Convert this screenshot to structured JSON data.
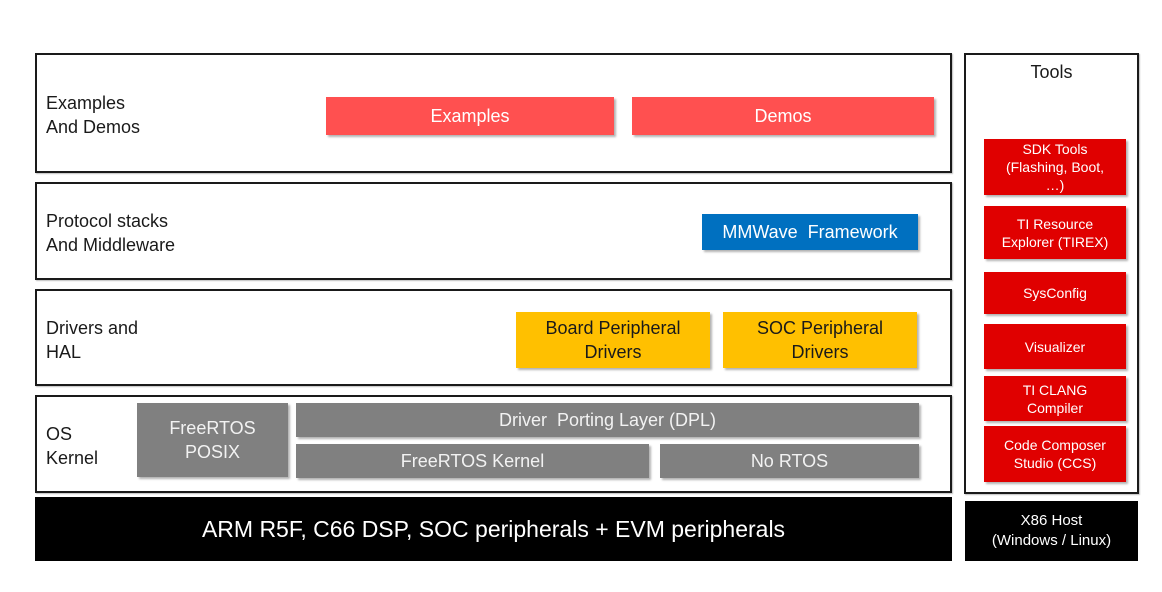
{
  "colors": {
    "examples_red": "#ff5050",
    "framework_blue": "#0070c0",
    "driver_yellow": "#ffc000",
    "os_gray": "#808080",
    "tools_red": "#e00000",
    "hardware_black": "#000000"
  },
  "layers": {
    "examples": {
      "label": "Examples\nAnd Demos",
      "blocks": [
        "Examples",
        "Demos"
      ]
    },
    "protocol": {
      "label": "Protocol stacks\nAnd Middleware",
      "blocks": [
        "MMWave  Framework"
      ]
    },
    "drivers": {
      "label": "Drivers and\nHAL",
      "blocks": [
        "Board Peripheral\nDrivers",
        "SOC Peripheral\nDrivers"
      ]
    },
    "os": {
      "label": "OS\nKernel",
      "blocks": [
        "FreeRTOS\nPOSIX",
        "Driver  Porting Layer (DPL)",
        "FreeRTOS Kernel",
        "No RTOS"
      ]
    },
    "hardware": {
      "label": "ARM R5F, C66 DSP, SOC peripherals + EVM peripherals"
    }
  },
  "tools": {
    "title": "Tools",
    "items": [
      "SDK Tools\n(Flashing, Boot,\n…)",
      "TI Resource\nExplorer (TIREX)",
      "SysConfig",
      "Visualizer",
      "TI CLANG\nCompiler",
      "Code Composer\nStudio (CCS)"
    ]
  },
  "host": {
    "label": "X86 Host\n(Windows / Linux)"
  }
}
